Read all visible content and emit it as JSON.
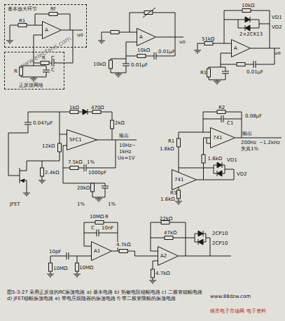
{
  "diagram": {
    "caption": "图5-3-27 采用正反馈的RC振荡电路 a) 基本电路 b) 热敏电阻稳幅电路 c) 二极管稳幅电路 d) JFET稳幅振荡电路 e) 带电压跟随器的振荡电路 f) 带二极管限幅的振荡电路",
    "nodes": [
      {
        "text": [
          "基本放大环节"
        ]
      },
      {
        "text": [
          "A"
        ],
        "in": 0
      },
      {
        "text": [
          "正反馈网络"
        ]
      },
      {
        "text": [
          "A"
        ]
      },
      {
        "text": [
          "A"
        ]
      },
      {
        "text": [
          "5FC1"
        ]
      },
      {
        "text": [
          "741"
        ]
      },
      {
        "text": [
          "741"
        ]
      },
      {
        "text": [
          "A1"
        ]
      },
      {
        "text": [
          "A2"
        ]
      }
    ],
    "edges": [
      {
        "from": 8,
        "to": 9,
        "arrow": "none",
        "label": "4.7kΩ"
      },
      {
        "from": 7,
        "to": 6,
        "arrow": "none",
        "label": "1.6kΩ"
      }
    ],
    "labels": [
      "Rf",
      "R1",
      "R",
      "C",
      "R",
      "C",
      "uo",
      "10kΩ",
      "10kΩ",
      "0.01μF",
      "0.01μF",
      "uo",
      "10kΩ",
      "VD1",
      "VD2",
      "2×2CK13",
      "51kΩ",
      "R1",
      "0.01μF",
      "uo",
      "0.047μF",
      "1kΩ",
      "470Ω",
      "2kΩ",
      "输出",
      "10Hz~",
      "1kHz",
      "Uo≈1V",
      "12kΩ",
      "2.4kΩ",
      "7.5kΩ",
      "1%",
      "1000pF",
      "20kΩ",
      "1%",
      "1%",
      "JFET",
      "R2",
      "C1",
      "0.08μF",
      "输出",
      "200Hz",
      "~1.2kHz",
      "失真1%",
      "R1",
      "1.6kΩ",
      "VD1",
      "VD2",
      "R3",
      "1.6kΩ",
      "10MΩ",
      "R",
      "C",
      "10nF",
      "10pF",
      "10MΩ",
      "10MΩ",
      "22kΩ",
      "47kΩ",
      "2CP10",
      "2CP10",
      "4.7kΩ",
      "www.elecfans.com",
      "www.88dzw.com",
      "维库电子市场网",
      "电子资料"
    ]
  }
}
